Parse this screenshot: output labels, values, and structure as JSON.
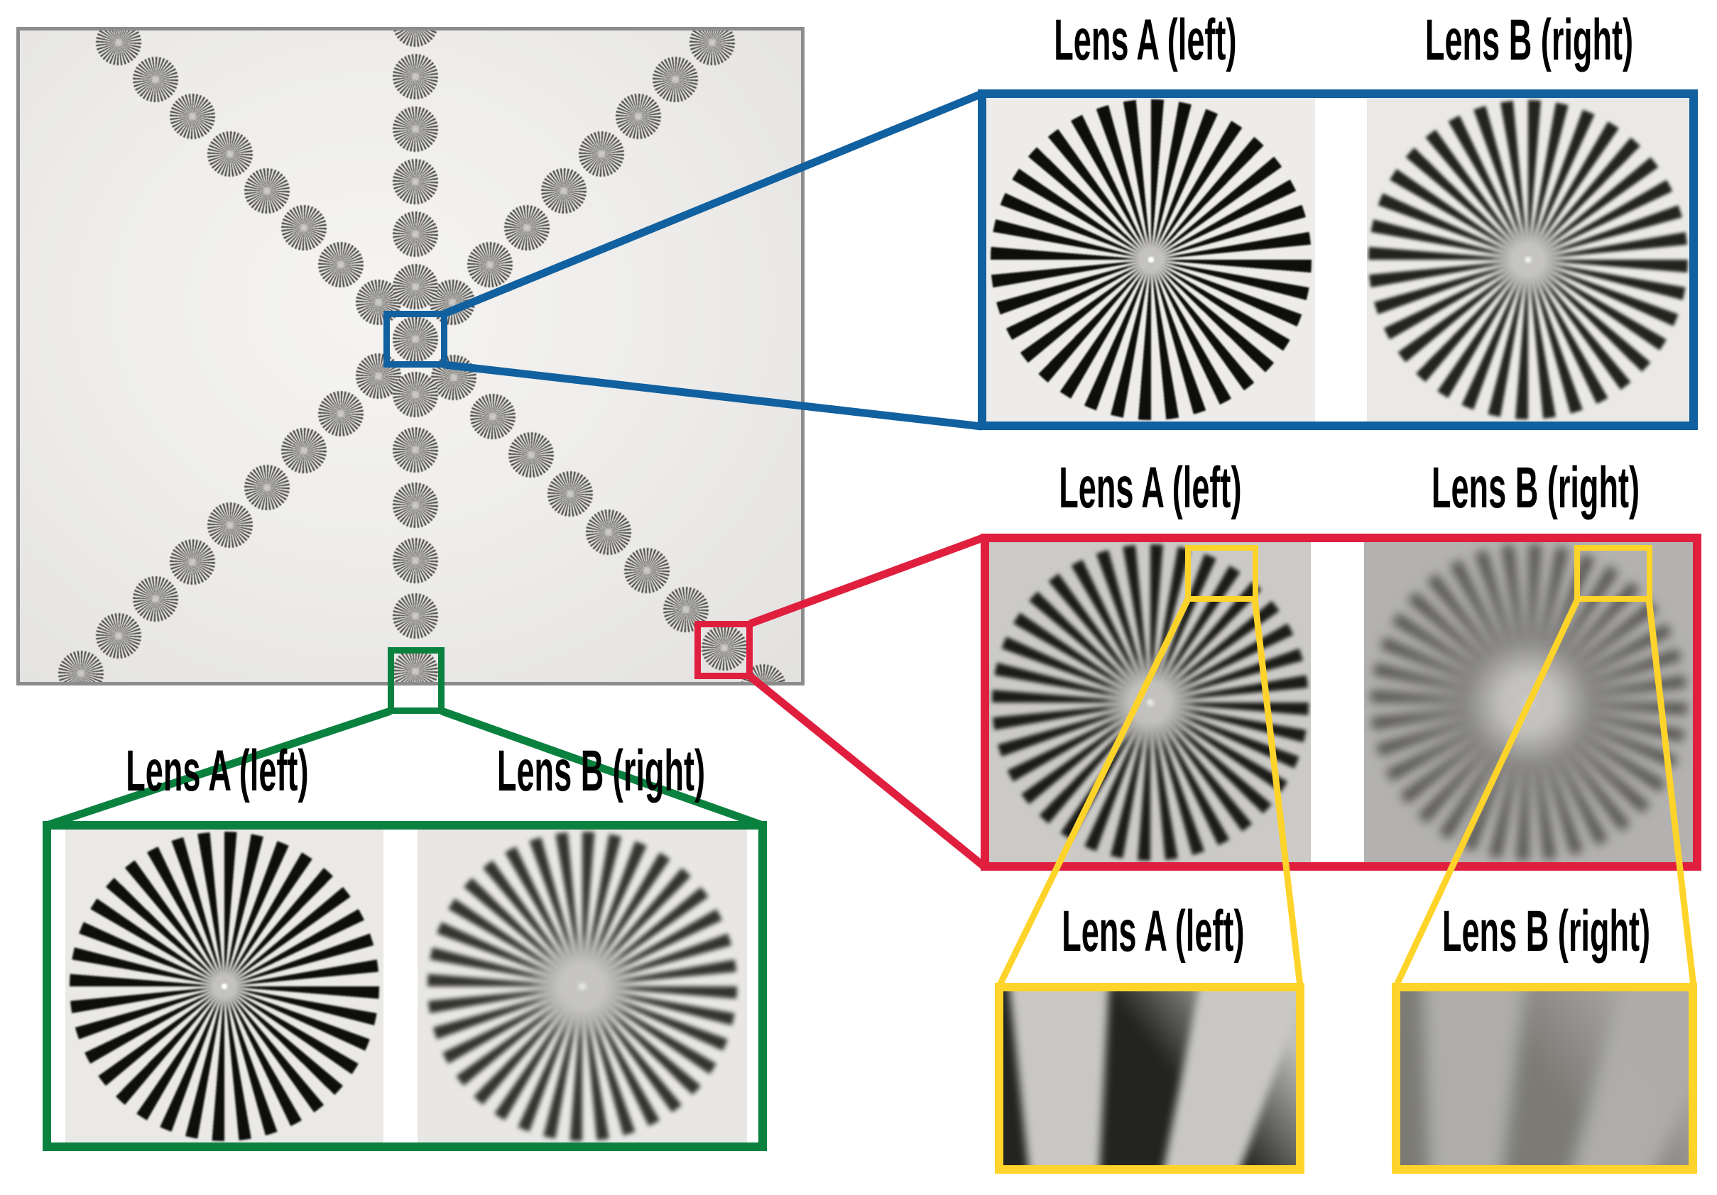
{
  "colors": {
    "blue": "#1160a0",
    "red": "#e01f3e",
    "green": "#0a813f",
    "yellow": "#ffd42a",
    "photo_border": "#8c8c8c",
    "text": "#000000"
  },
  "sections": {
    "center": {
      "lens_a": "Lens A (left)",
      "lens_b": "Lens B (right)"
    },
    "corner": {
      "lens_a": "Lens A (left)",
      "lens_b": "Lens B (right)"
    },
    "bottom": {
      "lens_a": "Lens A (left)",
      "lens_b": "Lens B (right)"
    },
    "detail": {
      "lens_a": "Lens A (left)",
      "lens_b": "Lens B (right)"
    }
  }
}
